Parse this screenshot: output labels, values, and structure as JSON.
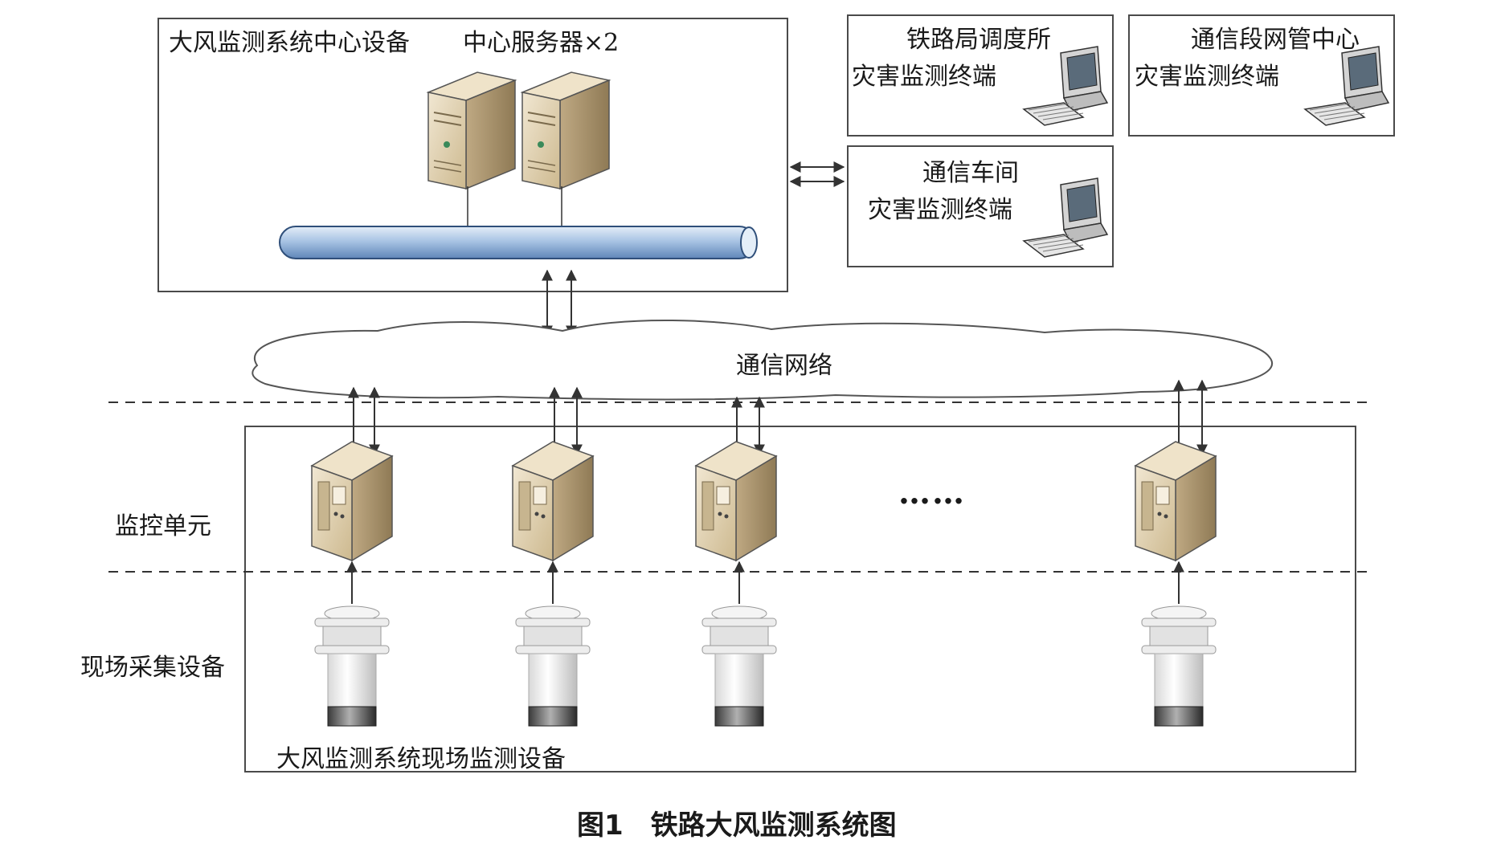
{
  "center": {
    "title": "大风监测系统中心设备",
    "servers": "中心服务器×2"
  },
  "terminals": [
    {
      "org": "铁路局调度所",
      "role": "灾害监测终端"
    },
    {
      "org": "通信段网管中心",
      "role": "灾害监测终端"
    },
    {
      "org": "通信车间",
      "role": "灾害监测终端"
    }
  ],
  "network_label": "通信网络",
  "layers": {
    "monitor_unit": "监控单元",
    "field_collection": "现场采集设备"
  },
  "field_label": "大风监测系统现场监测设备",
  "ellipsis": "……",
  "caption": "图1　铁路大风监测系统图",
  "colors": {
    "pipe": "#a9c4e4",
    "server_face": "#d9c9a8",
    "line": "#333333"
  }
}
